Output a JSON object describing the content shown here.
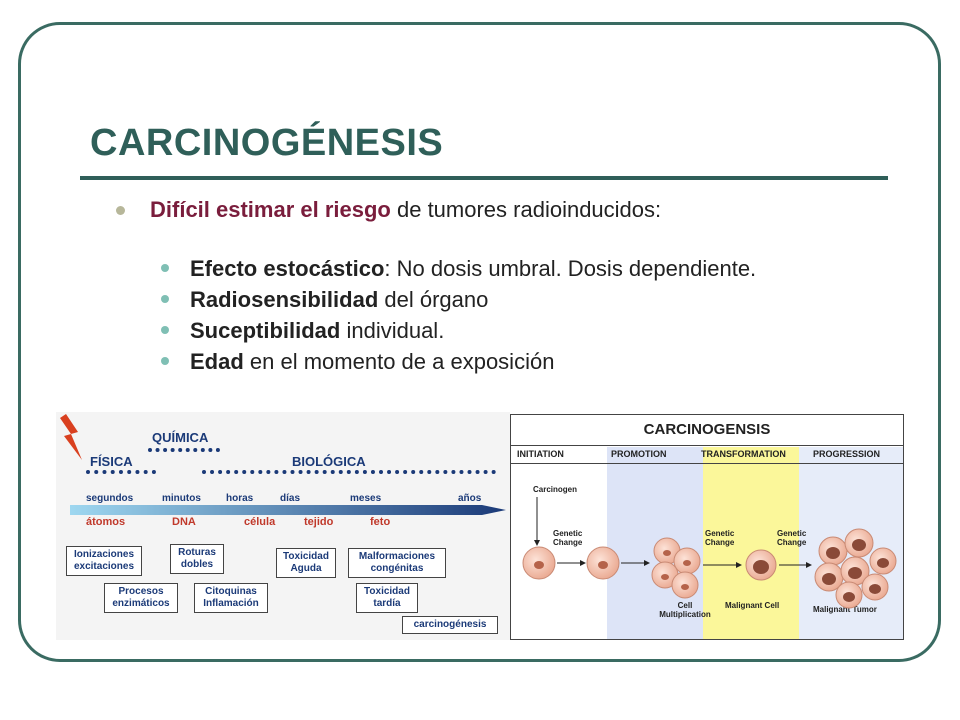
{
  "slide": {
    "title": "CARCINOGÉNESIS",
    "bullet_main": {
      "highlight": "Difícil estimar el riesgo",
      "rest": " de tumores radioinducidos:"
    },
    "sub_bullets": [
      {
        "bold": "Efecto estocástico",
        "rest": ": No dosis umbral. Dosis dependiente."
      },
      {
        "bold": "Radiosensibilidad",
        "rest": " del órgano"
      },
      {
        "bold": "Suceptibilidad",
        "rest": " individual."
      },
      {
        "bold": "Edad",
        "rest": " en el momento de a exposición"
      }
    ]
  },
  "left_diagram": {
    "phases": {
      "quimica": "QUÍMICA",
      "fisica": "FÍSICA",
      "biologica": "BIOLÓGICA"
    },
    "time_labels": [
      "segundos",
      "minutos",
      "horas",
      "días",
      "meses",
      "años"
    ],
    "scale_labels": [
      "átomos",
      "DNA",
      "célula",
      "tejido",
      "feto"
    ],
    "boxes": {
      "ionizaciones": "Ionizaciones excitaciones",
      "roturas": "Roturas dobles",
      "procesos": "Procesos enzimáticos",
      "citoquinas": "Citoquinas Inflamación",
      "tox_aguda": "Toxicidad Aguda",
      "malformaciones": "Malformaciones congénitas",
      "tox_tardia": "Toxicidad tardía",
      "carcinogenesis": "carcinogénesis"
    },
    "colors": {
      "text": "#1b3a78",
      "accent": "#c0392b"
    }
  },
  "right_diagram": {
    "title": "CARCINOGENSIS",
    "stages": [
      "INITIATION",
      "PROMOTION",
      "TRANSFORMATION",
      "PROGRESSION"
    ],
    "labels": {
      "carcinogen": "Carcinogen",
      "genetic_change": "Genetic Change",
      "cell_multiplication": "Cell Multiplication",
      "malignant_cell": "Malignant Cell",
      "malignant_tumor": "Malignant Tumor"
    },
    "colors": {
      "promotion": "#dde4f7",
      "transformation": "#fbf79a",
      "progression": "#e6ecf9",
      "cell": "#f3c5b4",
      "nucleus": "#c97a5e"
    }
  }
}
